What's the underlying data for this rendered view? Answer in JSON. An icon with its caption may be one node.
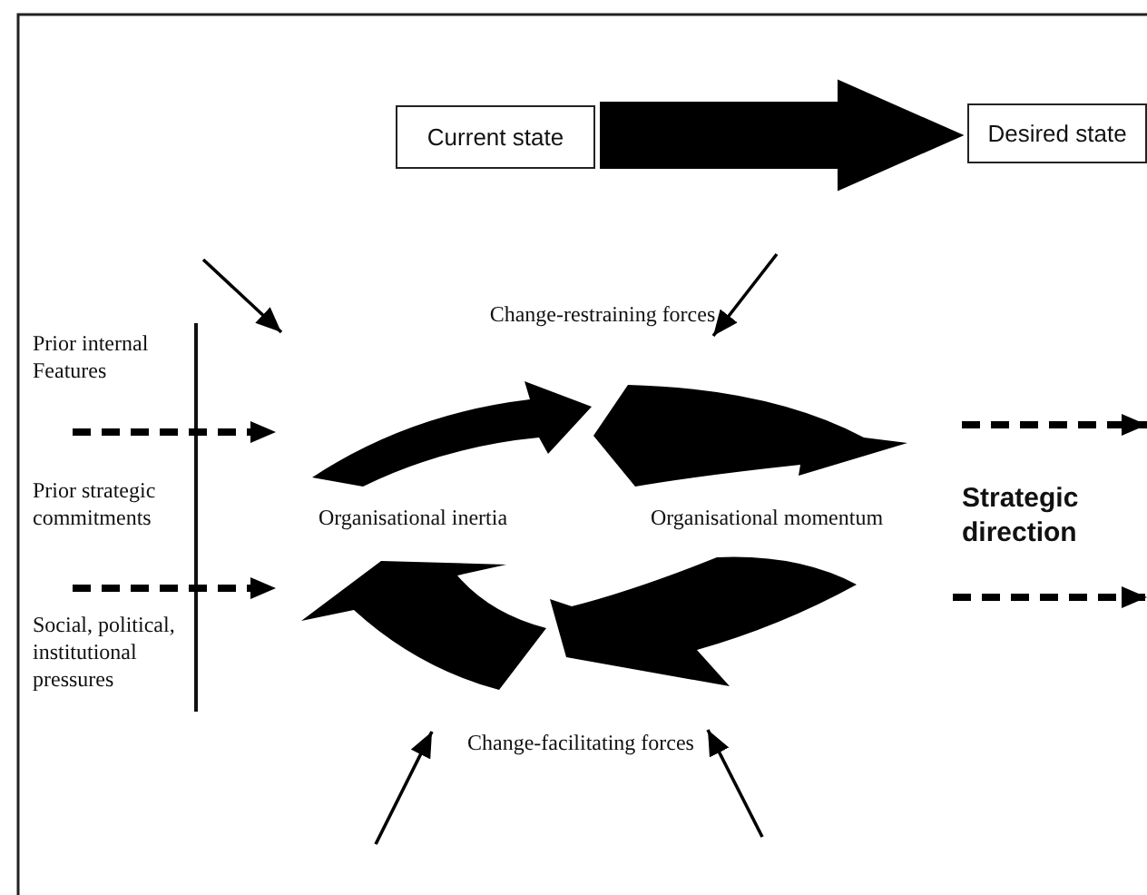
{
  "diagram": {
    "nodes": [
      {
        "text": [
          "Current state"
        ]
      },
      {
        "text": [
          "Desired state"
        ]
      }
    ],
    "edges": [
      {
        "from": 0,
        "to": 1,
        "arrow": "to",
        "style": "thick"
      }
    ],
    "labels": [
      "Change-restraining forces",
      "Prior internal Features",
      "Prior strategic commitments",
      "Organisational inertia",
      "Organisational momentum",
      "Strategic direction",
      "Social, political, institutional pressures",
      "Change-facilitating forces"
    ]
  }
}
